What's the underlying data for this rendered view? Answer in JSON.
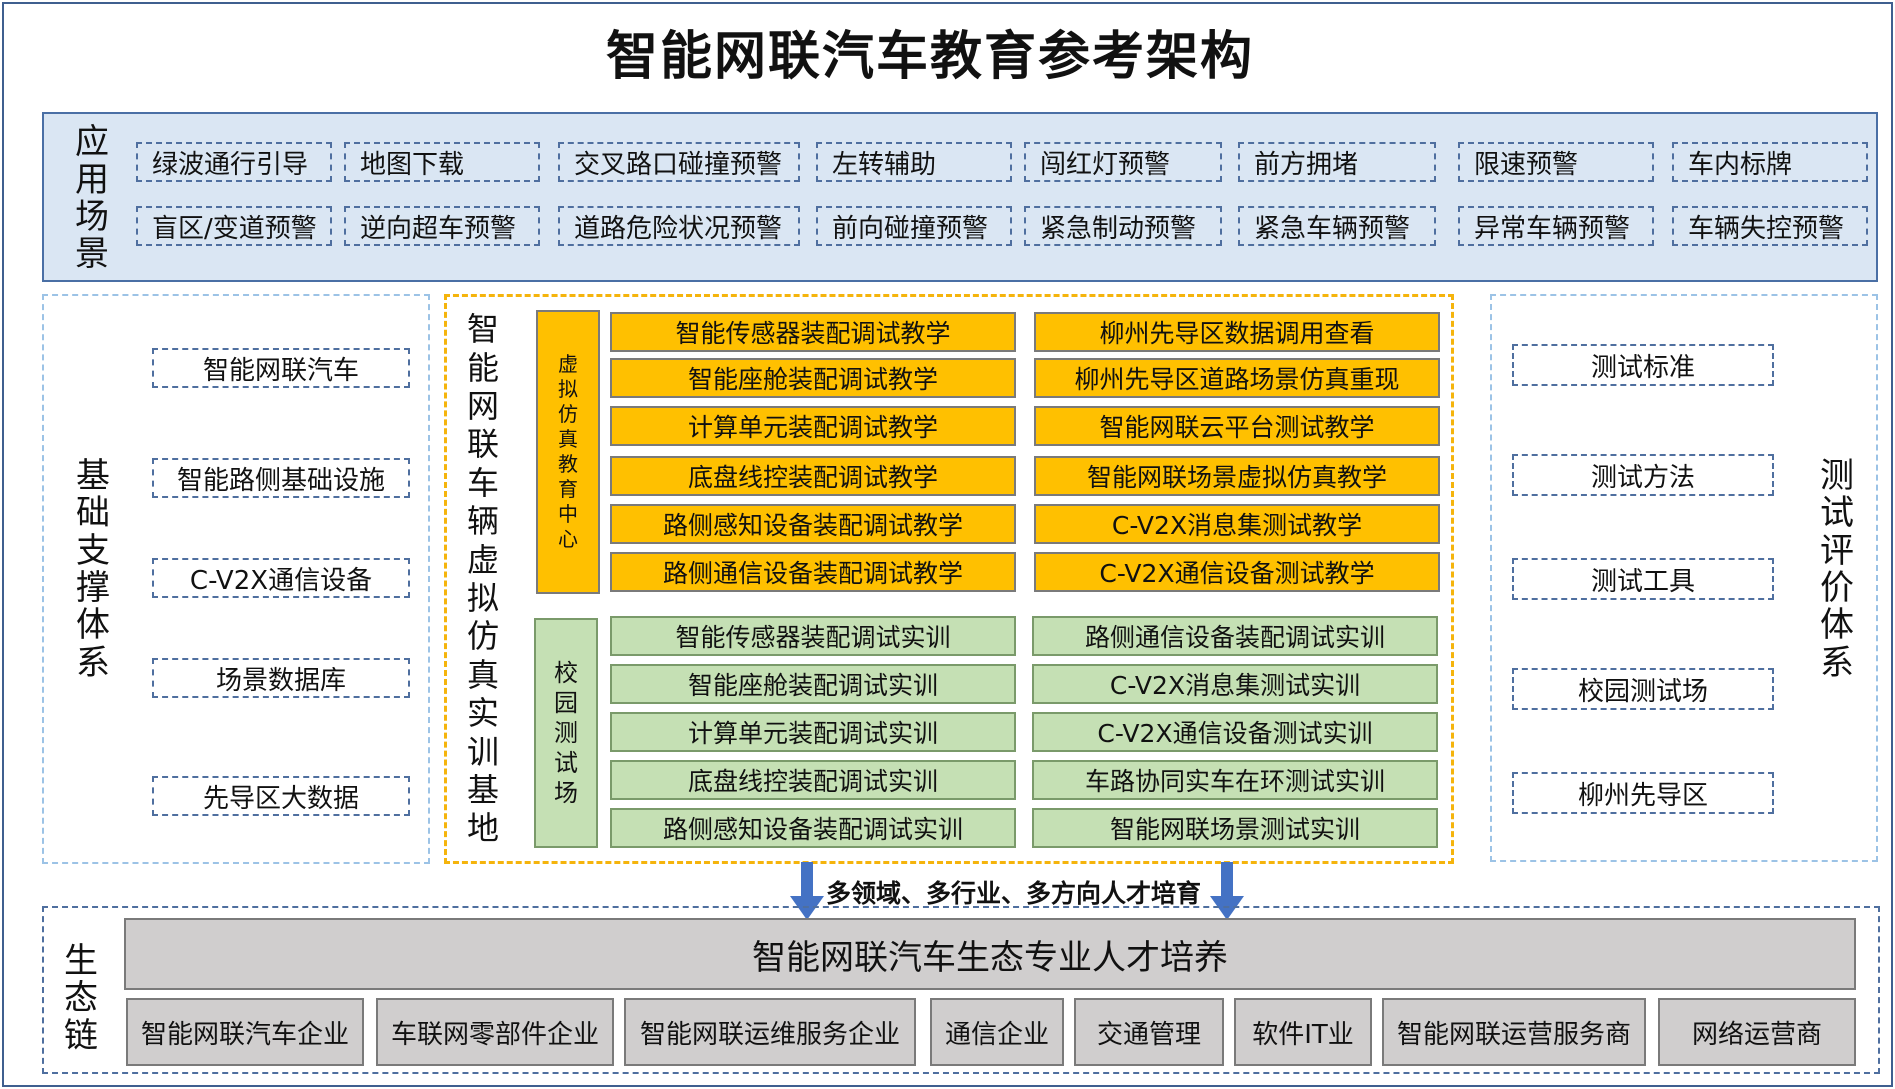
{
  "title": "智能网联汽车教育参考架构",
  "application": {
    "label": [
      "应",
      "用",
      "场",
      "景"
    ],
    "row1": [
      "绿波通行引导",
      "地图下载",
      "交叉路口碰撞预警",
      "左转辅助",
      "闯红灯预警",
      "前方拥堵",
      "限速预警",
      "车内标牌"
    ],
    "row2": [
      "盲区/变道预警",
      "逆向超车预警",
      "道路危险状况预警",
      "前向碰撞预警",
      "紧急制动预警",
      "紧急车辆预警",
      "异常车辆预警",
      "车辆失控预警"
    ]
  },
  "foundation": {
    "label": [
      "基",
      "础",
      "支",
      "撑",
      "体",
      "系"
    ],
    "items": [
      "智能网联汽车",
      "智能路侧基础设施",
      "C-V2X通信设备",
      "场景数据库",
      "先导区大数据"
    ]
  },
  "base": {
    "label": [
      "智",
      "能",
      "网",
      "联",
      "车",
      "辆",
      "虚",
      "拟",
      "仿",
      "真",
      "实",
      "训",
      "基",
      "地"
    ],
    "virtual_center": {
      "label": [
        "虚",
        "拟",
        "仿",
        "真",
        "教",
        "育",
        "中",
        "心"
      ],
      "left": [
        "智能传感器装配调试教学",
        "智能座舱装配调试教学",
        "计算单元装配调试教学",
        "底盘线控装配调试教学",
        "路侧感知设备装配调试教学",
        "路侧通信设备装配调试教学"
      ],
      "right": [
        "柳州先导区数据调用查看",
        "柳州先导区道路场景仿真重现",
        "智能网联云平台测试教学",
        "智能网联场景虚拟仿真教学",
        "C-V2X消息集测试教学",
        "C-V2X通信设备测试教学"
      ]
    },
    "campus_field": {
      "label": [
        "校",
        "园",
        "测",
        "试",
        "场"
      ],
      "left": [
        "智能传感器装配调试实训",
        "智能座舱装配调试实训",
        "计算单元装配调试实训",
        "底盘线控装配调试实训",
        "路侧感知设备装配调试实训"
      ],
      "right": [
        "路侧通信设备装配调试实训",
        "C-V2X消息集测试实训",
        "C-V2X通信设备测试实训",
        "车路协同实车在环测试实训",
        "智能网联场景测试实训"
      ]
    }
  },
  "evaluation": {
    "label": [
      "测",
      "试",
      "评",
      "价",
      "体",
      "系"
    ],
    "items": [
      "测试标准",
      "测试方法",
      "测试工具",
      "校园测试场",
      "柳州先导区"
    ]
  },
  "arrow_caption": "多领域、多行业、多方向人才培育",
  "ecosystem": {
    "label": [
      "生",
      "态",
      "链"
    ],
    "banner": "智能网联汽车生态专业人才培养",
    "items": [
      "智能网联汽车企业",
      "车联网零部件企业",
      "智能网联运维服务企业",
      "通信企业",
      "交通管理",
      "软件IT业",
      "智能网联运营服务商",
      "网络运营商"
    ]
  },
  "colors": {
    "orange": "#ffc000",
    "green": "#c5e0b4",
    "app_bg": "#dae6f3",
    "gray": "#d0cece",
    "arrow": "#4472c4"
  }
}
